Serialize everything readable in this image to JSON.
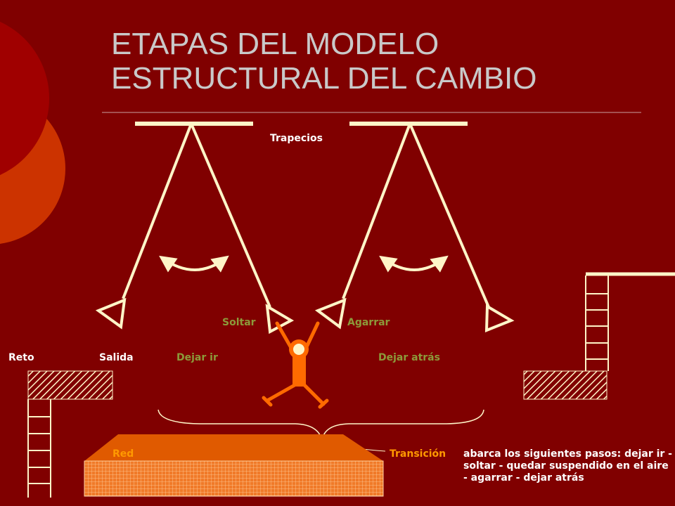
{
  "slide": {
    "title": "ETAPAS DEL MODELO\nESTRUCTURAL DEL CAMBIO"
  },
  "labels": {
    "trapecios": "Trapecios",
    "soltar": "Soltar",
    "agarrar": "Agarrar",
    "reto": "Reto",
    "salida": "Salida",
    "dejar_ir": "Dejar ir",
    "dejar_atras": "Dejar atrás",
    "red": "Red",
    "transicion": "Transición"
  },
  "transition_note": "abarca los siguientes pasos: dejar ir - soltar - quedar suspendido en el aire - agarrar - dejar atrás",
  "colors": {
    "background": "#800000",
    "title": "#c9c9c9",
    "trapeze": "#fff5c8",
    "figure": "#ff6a00",
    "net": "#e05a00",
    "label_green": "#8c9a3a",
    "label_orange": "#ff9900",
    "label_white": "#ffffff"
  }
}
